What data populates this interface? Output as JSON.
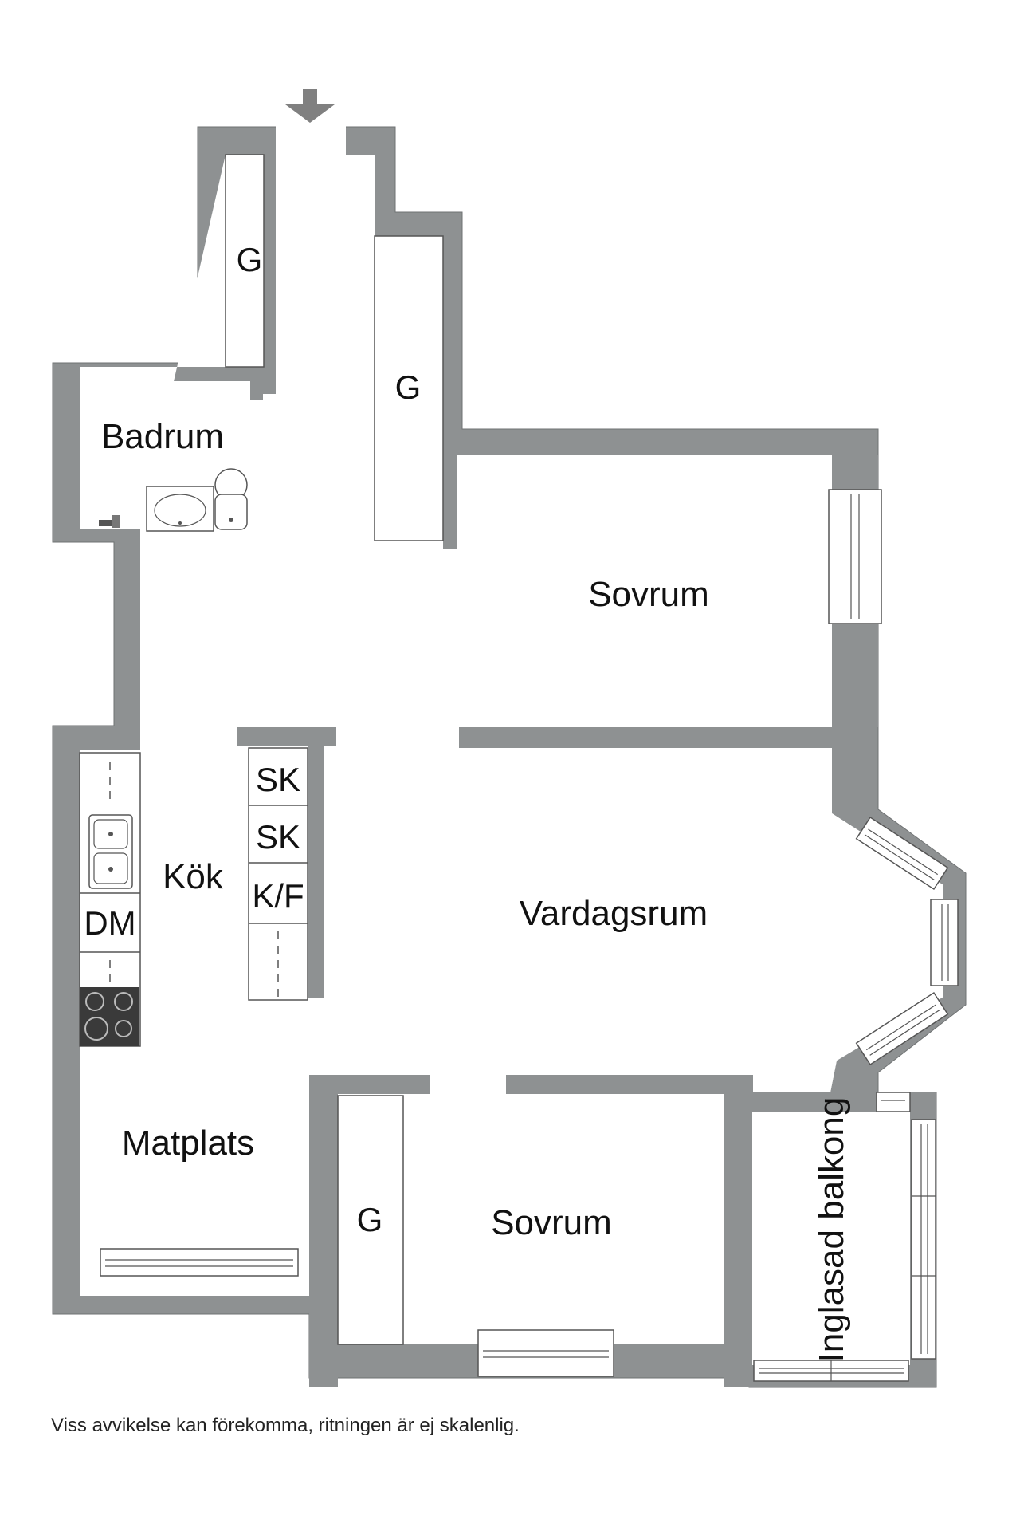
{
  "plan": {
    "rooms": {
      "badrum": "Badrum",
      "sovrum_upper": "Sovrum",
      "kok": "Kök",
      "vardagsrum": "Vardagsrum",
      "matplats": "Matplats",
      "sovrum_lower": "Sovrum",
      "balkong": "Inglasad balkong"
    },
    "fixtures": {
      "closet_1": "G",
      "closet_2": "G",
      "closet_3": "G",
      "sk_1": "SK",
      "sk_2": "SK",
      "kf": "K/F",
      "dm": "DM"
    }
  },
  "disclaimer": "Viss avvikelse kan förekomma, ritningen är ej skalenlig.",
  "colors": {
    "wall": "#8e9192",
    "wall_outline": "#6f7273",
    "floor": "#ffffff",
    "stove": "#3a3a3a",
    "text": "#111111"
  }
}
